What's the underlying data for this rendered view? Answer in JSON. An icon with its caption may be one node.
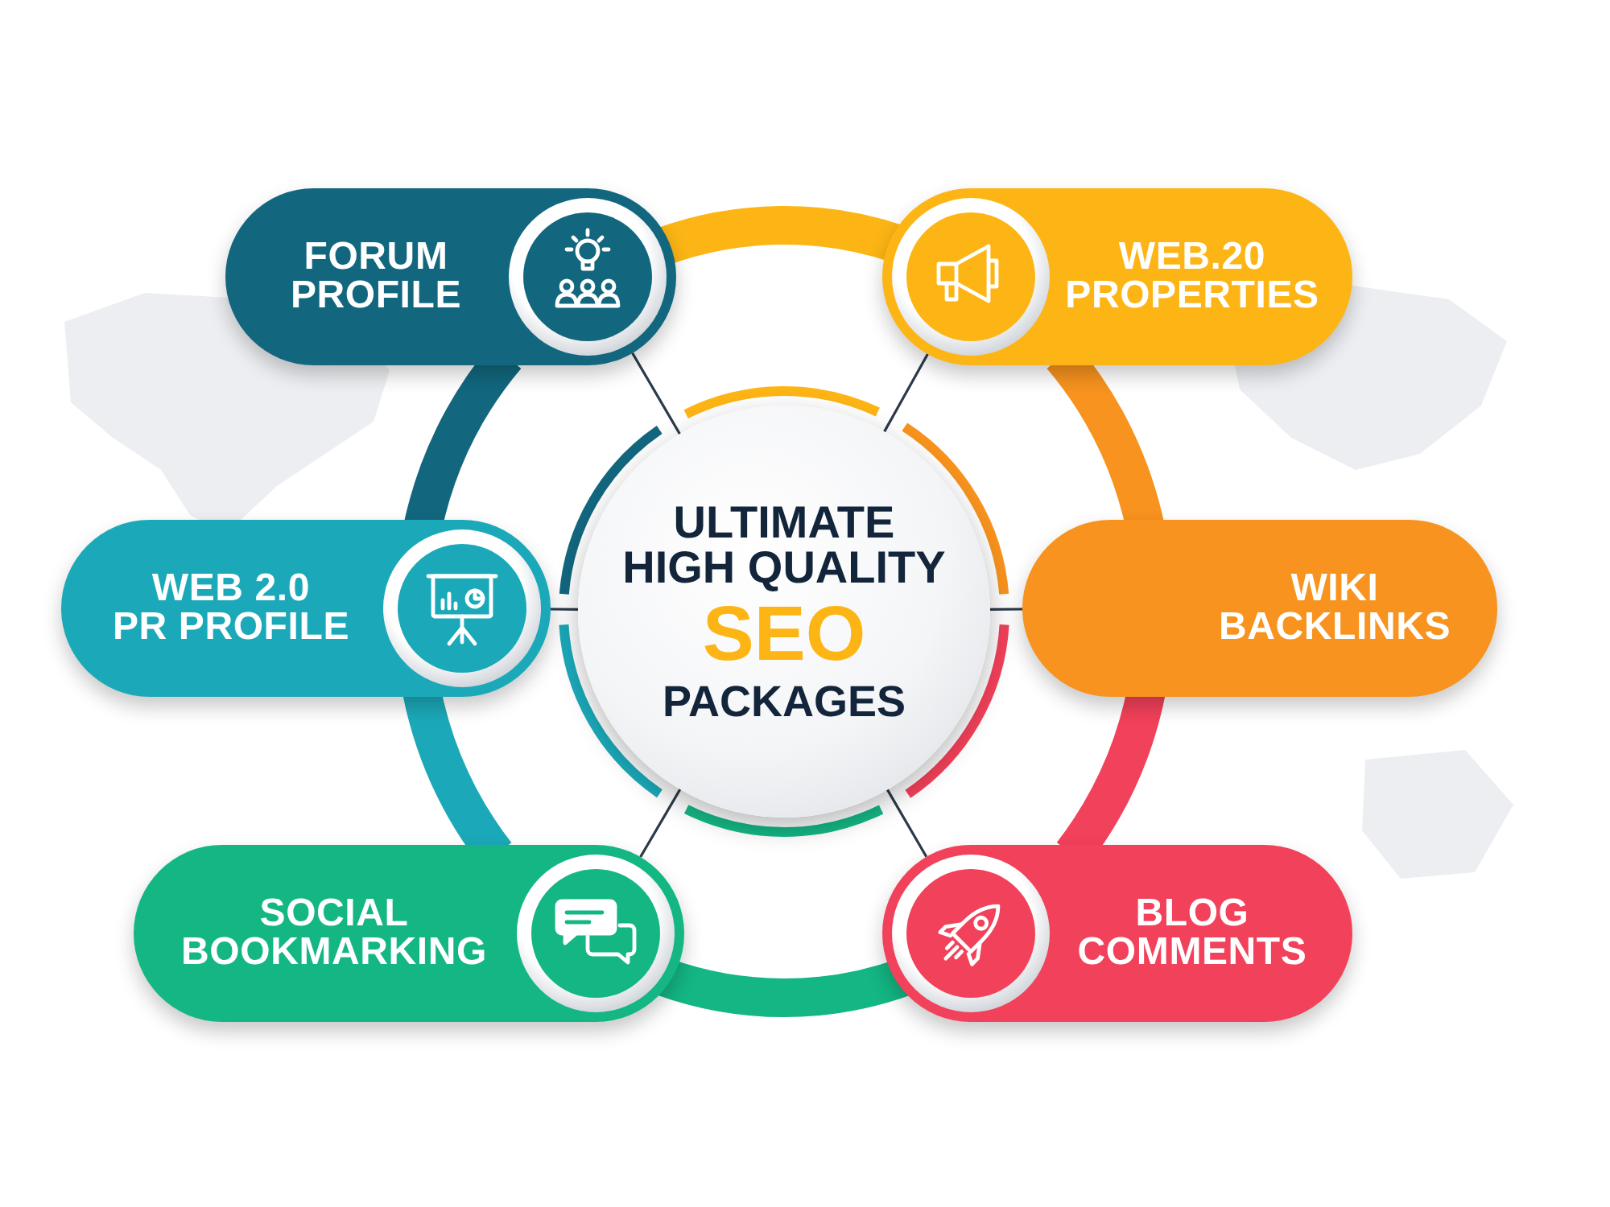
{
  "diagram": {
    "nodes": [
      {
        "text": [
          "ULTIMATE HIGH QUALITY",
          "SEO",
          "PACKAGES"
        ]
      },
      {
        "text": [
          "FORUM PROFILE"
        ]
      },
      {
        "text": [
          "WEB.20 PROPERTIES"
        ]
      },
      {
        "text": [
          "WEB 2.0 PR PROFILE"
        ]
      },
      {
        "text": [
          "WIKI BACKLINKS"
        ]
      },
      {
        "text": [
          "SOCIAL BOOKMARKING"
        ]
      },
      {
        "text": [
          "BLOG COMMENTS"
        ]
      }
    ],
    "edges": [
      {
        "from": 0,
        "to": 1,
        "arrow": "none"
      },
      {
        "from": 0,
        "to": 2,
        "arrow": "none"
      },
      {
        "from": 0,
        "to": 3,
        "arrow": "none"
      },
      {
        "from": 0,
        "to": 4,
        "arrow": "none"
      },
      {
        "from": 0,
        "to": 5,
        "arrow": "none"
      },
      {
        "from": 0,
        "to": 6,
        "arrow": "none"
      },
      {
        "from": 1,
        "to": 2,
        "arrow": "none",
        "style": "thick",
        "color": "#fdb515"
      },
      {
        "from": 2,
        "to": 4,
        "arrow": "none",
        "style": "thick",
        "color": "#f7931e"
      },
      {
        "from": 4,
        "to": 6,
        "arrow": "none",
        "style": "thick",
        "color": "#f2415a"
      },
      {
        "from": 6,
        "to": 5,
        "arrow": "none",
        "style": "thick",
        "color": "#14b684"
      },
      {
        "from": 5,
        "to": 3,
        "arrow": "none",
        "style": "thick",
        "color": "#1ba9b9"
      },
      {
        "from": 3,
        "to": 1,
        "arrow": "none",
        "style": "thick",
        "color": "#12677e"
      }
    ]
  }
}
